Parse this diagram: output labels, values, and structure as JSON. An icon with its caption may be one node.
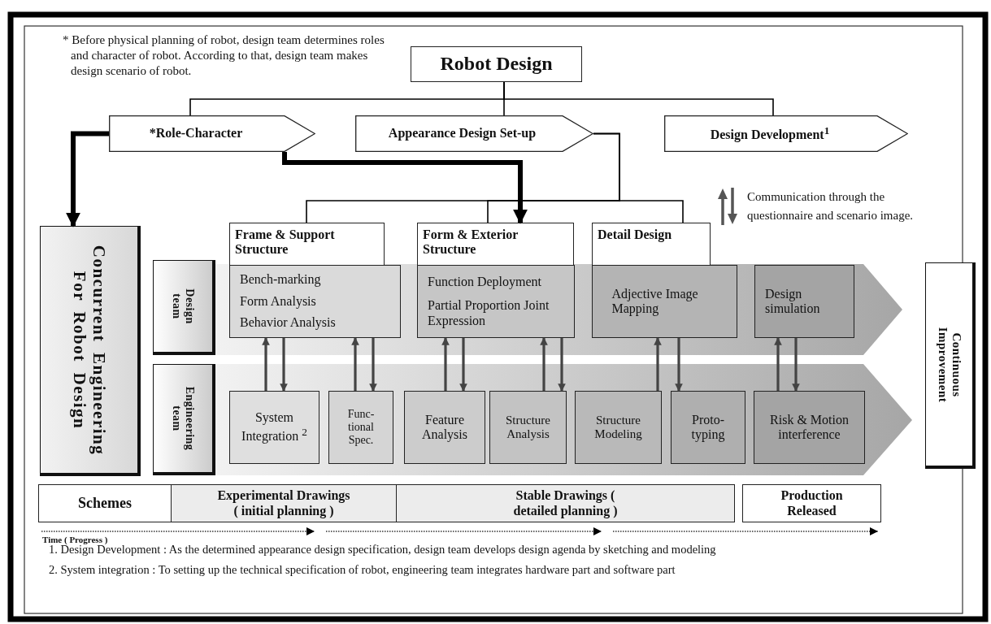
{
  "diagram": {
    "nodes": [
      {
        "text": [
          "Robot Design"
        ]
      },
      {
        "text": [
          "*Role-Character"
        ]
      },
      {
        "text": [
          "Appearance Design Set-up"
        ]
      },
      {
        "text": [
          "Design Development$^{1}$"
        ]
      },
      {
        "text": [
          "Concurrent Engineering For Robot Design"
        ]
      },
      {
        "text": [
          "Design team"
        ]
      },
      {
        "text": [
          "Engineering team"
        ]
      },
      {
        "text": [
          "Frame & Support Structure"
        ]
      },
      {
        "text": [
          "Form & Exterior Structure"
        ]
      },
      {
        "text": [
          "Detail Design"
        ]
      },
      {
        "text": [
          "Bench-marking",
          "Form Analysis",
          "Behavior Analysis"
        ]
      },
      {
        "text": [
          "Function Deployment",
          "Partial Proportion Joint Expression"
        ]
      },
      {
        "text": [
          "Adjective Image Mapping"
        ]
      },
      {
        "text": [
          "Design simulation"
        ]
      },
      {
        "text": [
          "System Integration $^{2}$"
        ]
      },
      {
        "text": [
          "Func- tional Spec."
        ]
      },
      {
        "text": [
          "Feature Analysis"
        ]
      },
      {
        "text": [
          "Structure Analysis"
        ]
      },
      {
        "text": [
          "Structure Modeling"
        ]
      },
      {
        "text": [
          "Proto- typing"
        ]
      },
      {
        "text": [
          "Risk & Motion interference"
        ]
      },
      {
        "text": [
          "Continuous Improvement"
        ]
      },
      {
        "text": [
          "Schemes"
        ]
      },
      {
        "text": [
          "Experimental Drawings ( initial planning )"
        ]
      },
      {
        "text": [
          "Stable Drawings ( detailed planning )"
        ]
      },
      {
        "text": [
          "Production Released"
        ]
      }
    ],
    "edges": [
      {
        "from": 0,
        "to": 1,
        "arrow": "none"
      },
      {
        "from": 0,
        "to": 2,
        "arrow": "none"
      },
      {
        "from": 0,
        "to": 3,
        "arrow": "none"
      },
      {
        "from": 2,
        "to": 7,
        "arrow": "none"
      },
      {
        "from": 2,
        "to": 8,
        "arrow": "none"
      },
      {
        "from": 2,
        "to": 9,
        "arrow": "none"
      },
      {
        "from": 1,
        "to": 4,
        "arrow": "to",
        "style": "thick"
      },
      {
        "from": 1,
        "to": 8,
        "arrow": "to",
        "style": "thick"
      },
      {
        "from": 14,
        "to": 10,
        "arrow": "to",
        "color": "#444444"
      },
      {
        "from": 10,
        "to": 14,
        "arrow": "to",
        "color": "#444444"
      },
      {
        "from": 15,
        "to": 10,
        "arrow": "to",
        "color": "#444444"
      },
      {
        "from": 10,
        "to": 15,
        "arrow": "to",
        "color": "#444444"
      },
      {
        "from": 16,
        "to": 11,
        "arrow": "to",
        "color": "#444444"
      },
      {
        "from": 11,
        "to": 16,
        "arrow": "to",
        "color": "#444444"
      },
      {
        "from": 17,
        "to": 11,
        "arrow": "to",
        "color": "#444444"
      },
      {
        "from": 11,
        "to": 17,
        "arrow": "to",
        "color": "#444444"
      },
      {
        "from": 18,
        "to": 12,
        "arrow": "to",
        "color": "#444444"
      },
      {
        "from": 12,
        "to": 19,
        "arrow": "to",
        "color": "#444444"
      },
      {
        "from": 20,
        "to": 13,
        "arrow": "to",
        "color": "#444444"
      },
      {
        "from": 13,
        "to": 20,
        "arrow": "to",
        "color": "#444444"
      }
    ],
    "labels": [
      "* Before physical planning of robot, design team determines roles and character of robot. According to that, design team makes design scenario of robot.",
      "Time ( Progress )",
      "1. Design Development : As the determined appearance design specification, design team develops design agenda by sketching and modeling",
      "2. System integration : To setting up the technical specification of robot, engineering team integrates hardware part and software part"
    ],
    "legend": [
      {
        "text": "Communication through the questionnaire and scenario image."
      }
    ]
  }
}
